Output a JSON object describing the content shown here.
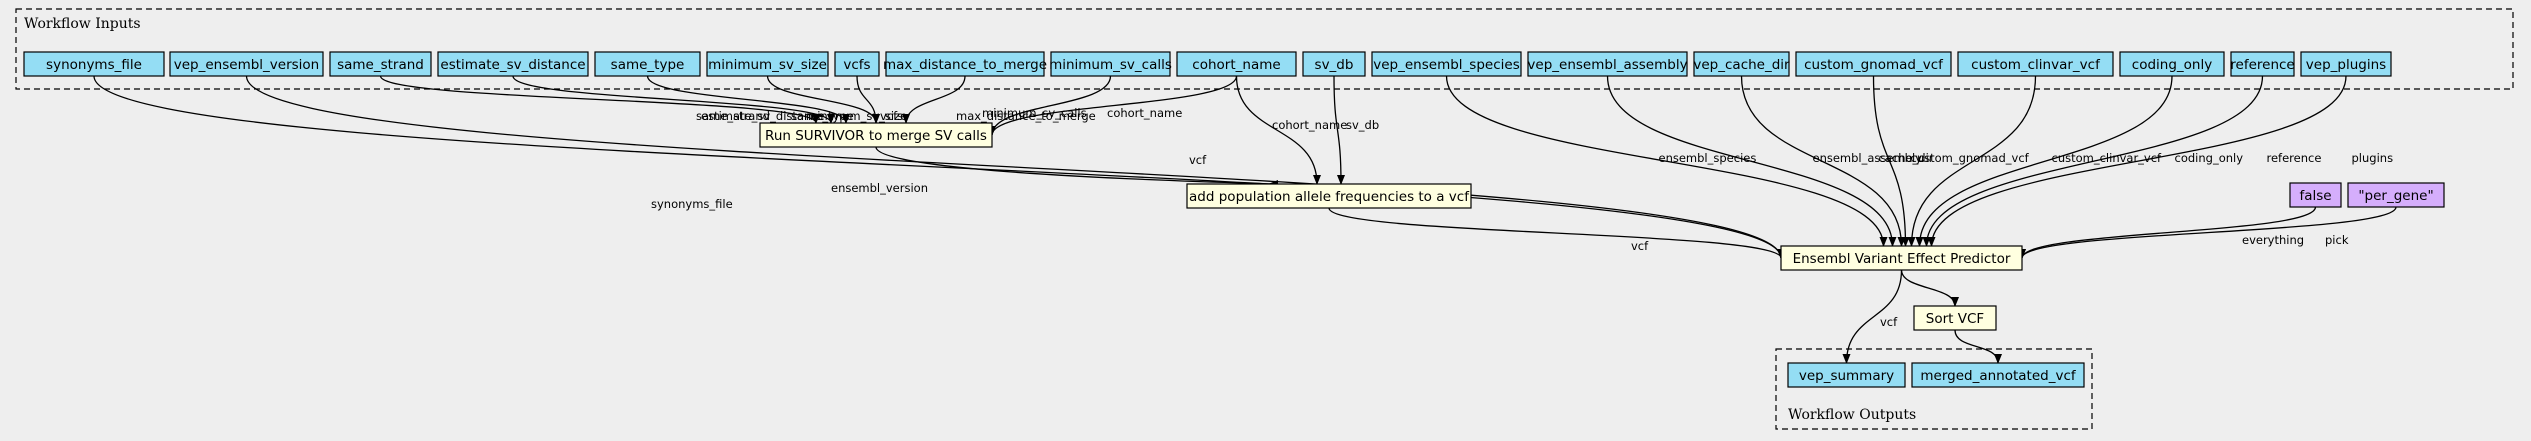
{
  "clusters": {
    "inputs_label": "Workflow Inputs",
    "outputs_label": "Workflow Outputs"
  },
  "inputs": [
    "synonyms_file",
    "vep_ensembl_version",
    "same_strand",
    "estimate_sv_distance",
    "same_type",
    "minimum_sv_size",
    "vcfs",
    "max_distance_to_merge",
    "minimum_sv_calls",
    "cohort_name",
    "sv_db",
    "vep_ensembl_species",
    "vep_ensembl_assembly",
    "vep_cache_dir",
    "custom_gnomad_vcf",
    "custom_clinvar_vcf",
    "coding_only",
    "reference",
    "vep_plugins"
  ],
  "steps": {
    "survivor": "Run SURVIVOR to merge SV calls",
    "allele_freq": "add population allele frequencies to a vcf",
    "vep": "Ensembl Variant Effect Predictor",
    "sort": "Sort VCF"
  },
  "defaults": {
    "false": "false",
    "per_gene": "\"per_gene\""
  },
  "outputs": [
    "vep_summary",
    "merged_annotated_vcf"
  ],
  "edge_labels": {
    "same_strand": "same_strand",
    "estimate_sv_distance": "estimate_sv_distance",
    "same_type": "same_type",
    "minimum_sv_size": "minimum_sv_size",
    "vcfs": "vcfs",
    "max_distance_to_merge": "max_distance_to_merge",
    "minimum_sv_calls": "minimum_sv_calls",
    "cohort_name_survivor": "cohort_name",
    "cohort_name_af": "cohort_name",
    "sv_db": "sv_db",
    "survivor_vcf": "vcf",
    "af_vcf": "vcf",
    "synonyms_file": "synonyms_file",
    "ensembl_version": "ensembl_version",
    "ensembl_species": "ensembl_species",
    "ensembl_assembly": "ensembl_assembly",
    "cache_dir": "cache_dir",
    "custom_gnomad_vcf": "custom_gnomad_vcf",
    "custom_clinvar_vcf": "custom_clinvar_vcf",
    "coding_only": "coding_only",
    "reference": "reference",
    "plugins": "plugins",
    "everything": "everything",
    "pick": "pick",
    "vep_vcf": "vcf"
  },
  "colors": {
    "background": "#eeeeee",
    "input_fill": "#94ddf4",
    "step_fill": "#ffffe0",
    "default_fill": "#d5aefc"
  }
}
